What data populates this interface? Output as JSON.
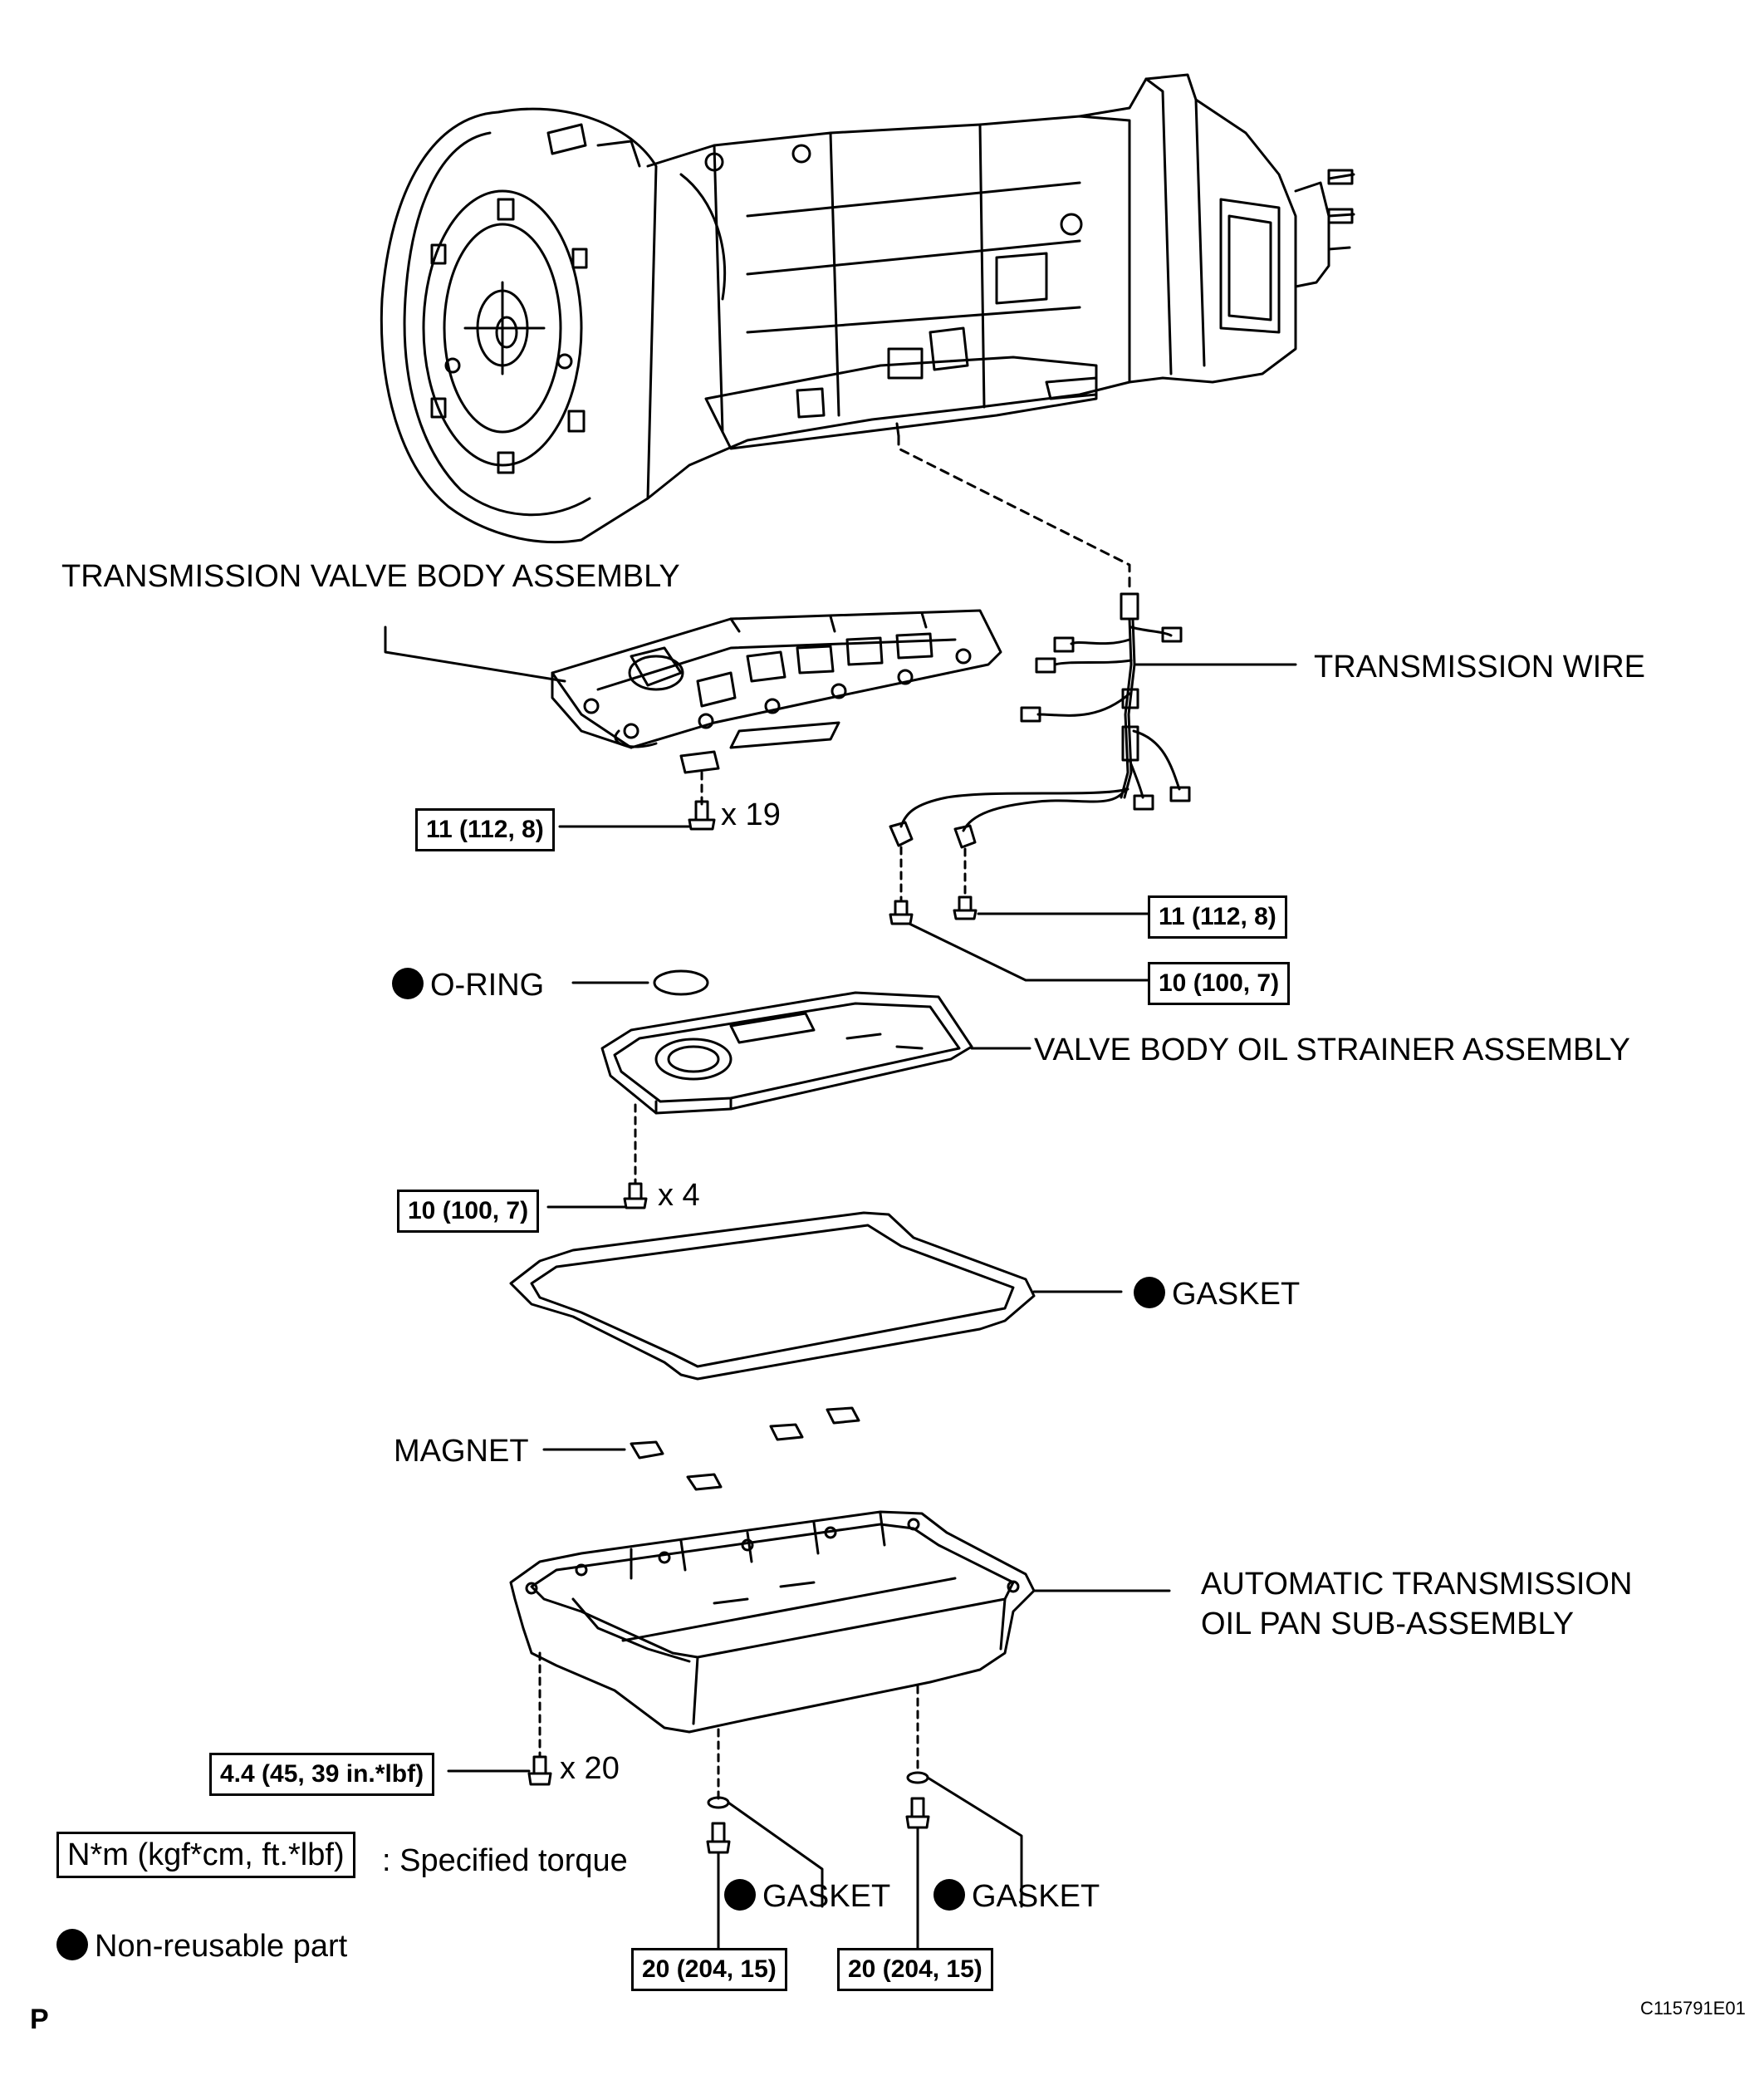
{
  "labels": {
    "valve_body": "TRANSMISSION VALVE BODY ASSEMBLY",
    "wire": "TRANSMISSION WIRE",
    "o_ring": "O-RING",
    "strainer": "VALVE BODY OIL STRAINER ASSEMBLY",
    "gasket_pan": "GASKET",
    "magnet": "MAGNET",
    "oil_pan_line1": "AUTOMATIC TRANSMISSION",
    "oil_pan_line2": "OIL PAN SUB-ASSEMBLY",
    "gasket_drain_left": "GASKET",
    "gasket_drain_right": "GASKET"
  },
  "torques": {
    "valve_body_bolts": "11 (112, 8)",
    "wire_bolt_right": "11 (112, 8)",
    "wire_bolt_left": "10 (100, 7)",
    "strainer_bolts": "10 (100, 7)",
    "pan_bolts": "4.4 (45, 39 in.*lbf)",
    "drain_plug_left": "20 (204, 15)",
    "drain_plug_right": "20 (204, 15)"
  },
  "quantities": {
    "valve_body_bolts": "x 19",
    "strainer_bolts": "x 4",
    "pan_bolts": "x 20"
  },
  "legend": {
    "torque_box": "N*m (kgf*cm, ft.*lbf)",
    "torque_text": ": Specified torque",
    "nonreusable_text": "Non-reusable part"
  },
  "footer": {
    "page_mark": "P",
    "figure_id": "C115791E01"
  }
}
